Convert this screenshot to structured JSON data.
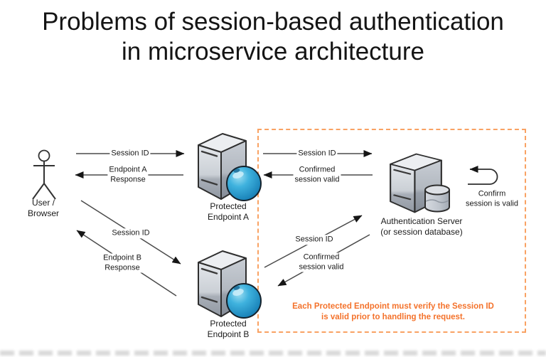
{
  "title": {
    "line1": "Problems of session-based authentication",
    "line2": "in microservice architecture"
  },
  "actors": {
    "user": {
      "line1": "User /",
      "line2": "Browser"
    },
    "endpoint_a": {
      "line1": "Protected",
      "line2": "Endpoint A"
    },
    "endpoint_b": {
      "line1": "Protected",
      "line2": "Endpoint B"
    },
    "auth_server": {
      "line1": "Authentication Server",
      "line2": "(or session database)"
    }
  },
  "labels": {
    "session_id": "Session ID",
    "endpoint_a_response": {
      "line1": "Endpoint A",
      "line2": "Response"
    },
    "endpoint_b_response": {
      "line1": "Endpoint B",
      "line2": "Response"
    },
    "confirmed_session_valid": {
      "line1": "Confirmed",
      "line2": "session valid"
    },
    "confirm_loop": {
      "line1": "Confirm",
      "line2": "session is valid"
    }
  },
  "note": {
    "line1": "Each Protected Endpoint must verify the Session ID",
    "line2": "is valid prior to handling the request."
  },
  "icons": {
    "user": "stick-figure-actor-icon",
    "endpoint": "server-tower-with-blue-sphere-icon",
    "auth": "server-tower-with-database-cylinder-icon"
  },
  "colors": {
    "note_orange": "#f4722b",
    "dashed_border_orange": "#f9a263",
    "arrow_line_gray": "#4a4a4a",
    "sphere_blue": "#2aa3d4"
  }
}
